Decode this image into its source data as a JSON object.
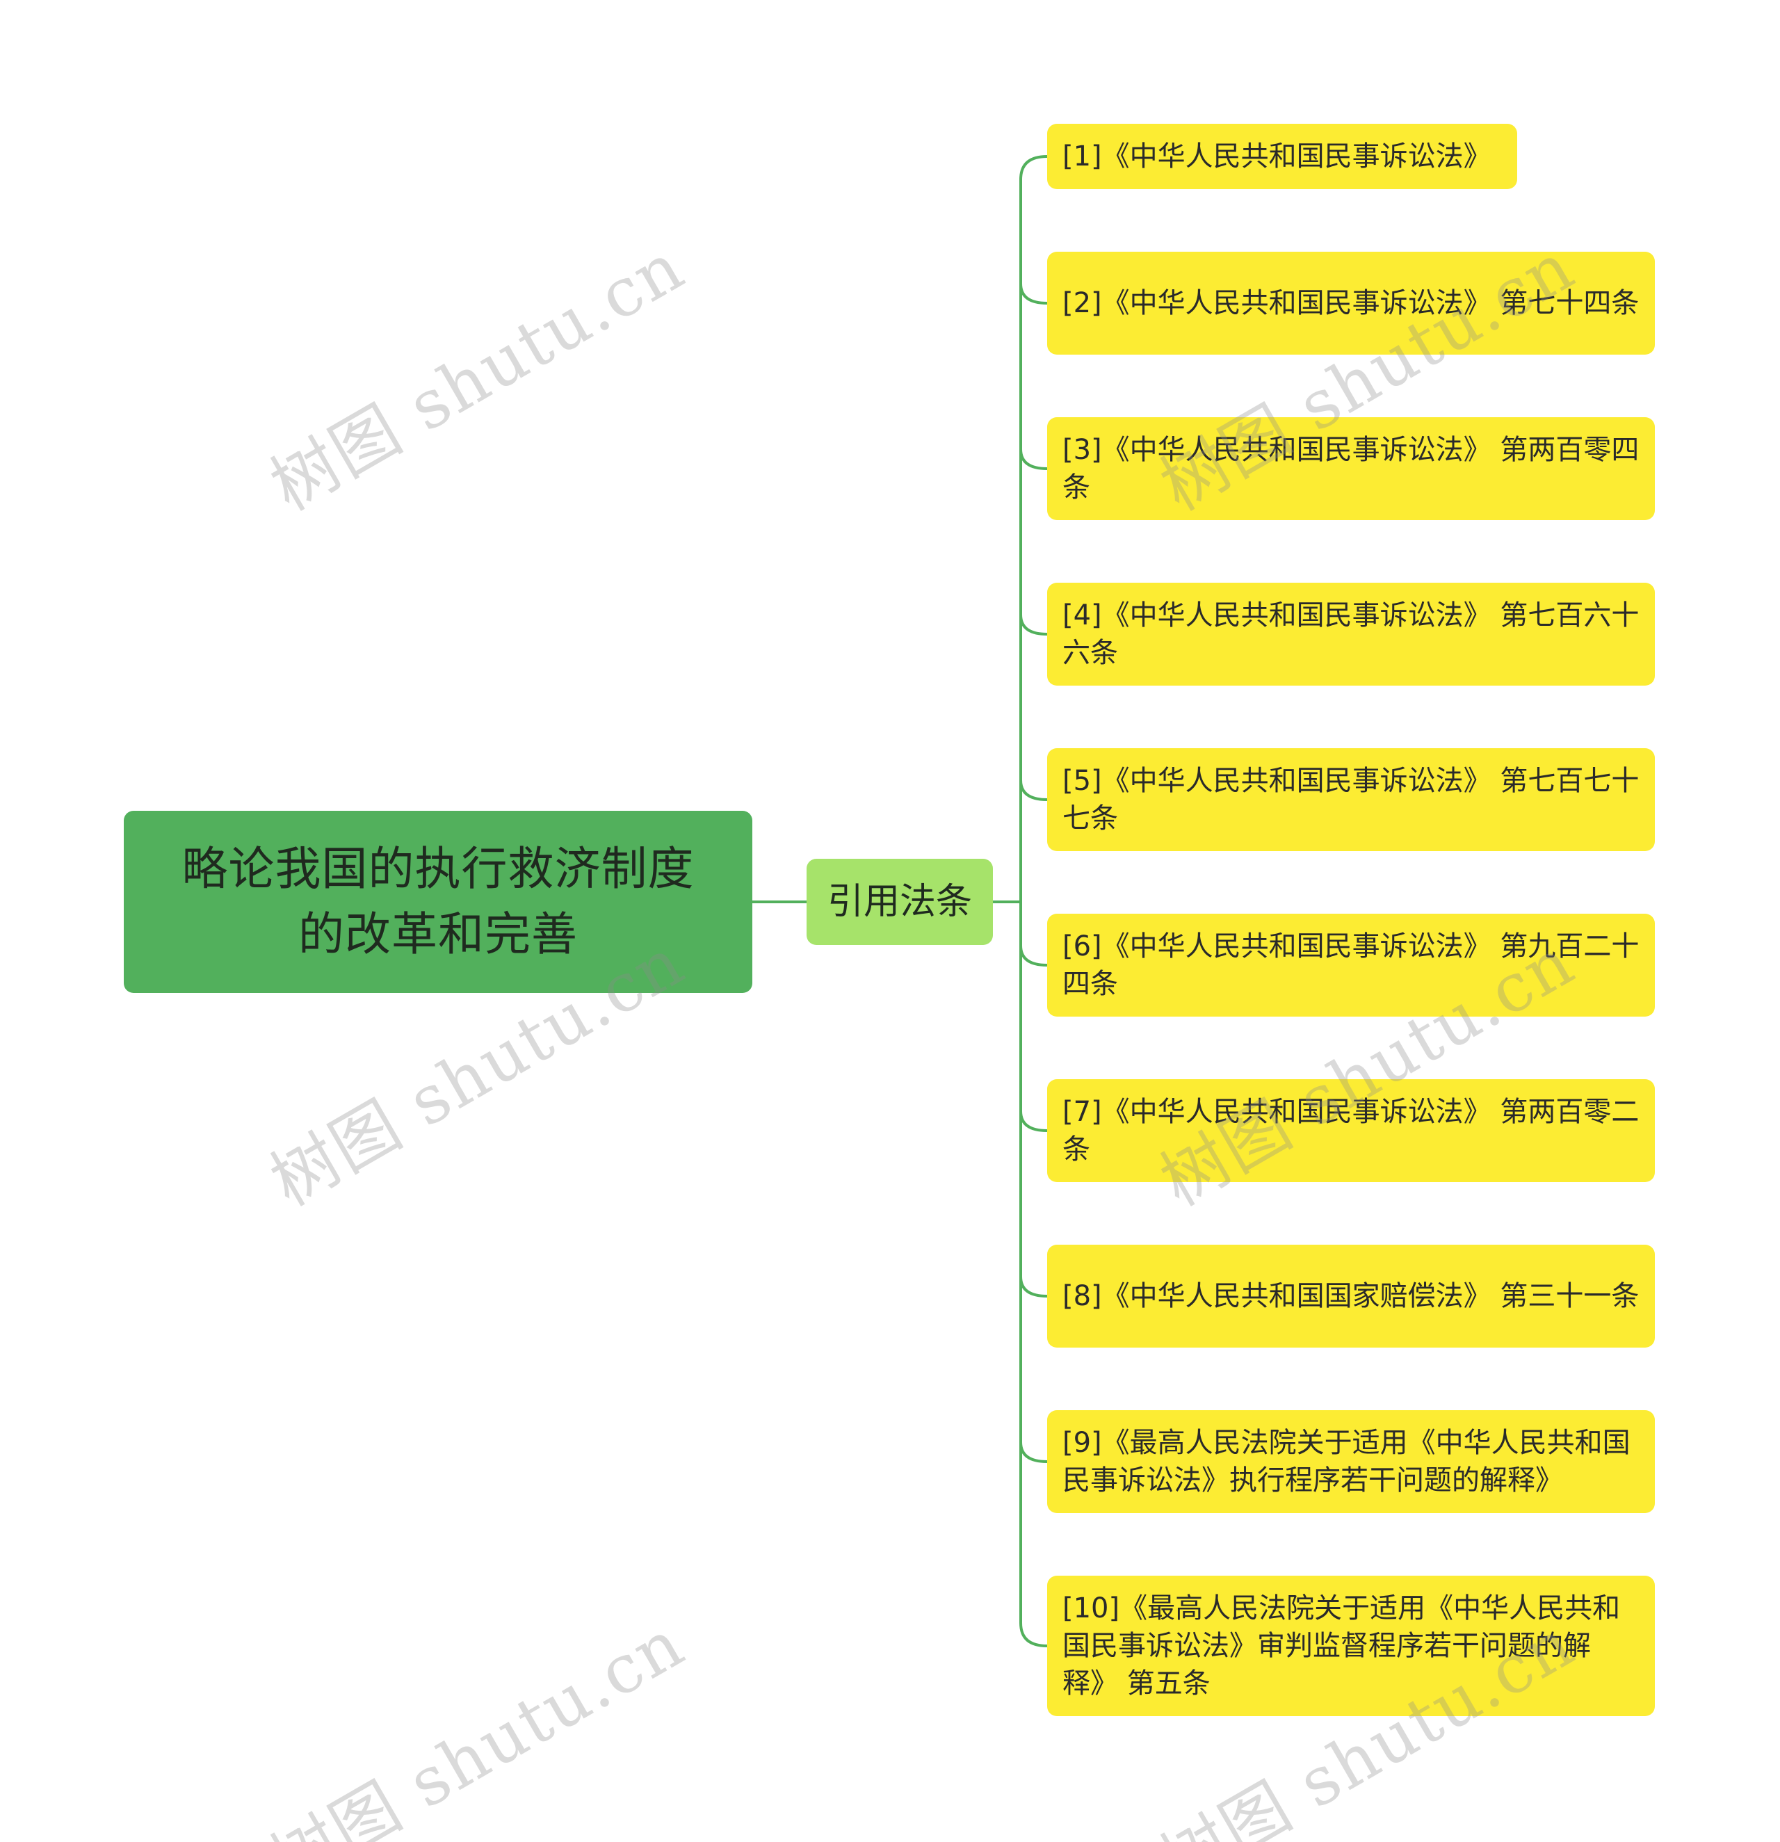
{
  "root": {
    "line1": "略论我国的执行救济制度",
    "line2": "的改革和完善"
  },
  "branch": {
    "label": "引用法条"
  },
  "leaves": [
    {
      "text": "[1]《中华人民共和国民事诉讼法》"
    },
    {
      "text": "[2]《中华人民共和国民事诉讼法》 第七十四条"
    },
    {
      "text": "[3]《中华人民共和国民事诉讼法》 第两百零四条"
    },
    {
      "text": "[4]《中华人民共和国民事诉讼法》 第七百六十六条"
    },
    {
      "text": "[5]《中华人民共和国民事诉讼法》 第七百七十七条"
    },
    {
      "text": "[6]《中华人民共和国民事诉讼法》 第九百二十四条"
    },
    {
      "text": "[7]《中华人民共和国民事诉讼法》 第两百零二条"
    },
    {
      "text": "[8]《中华人民共和国国家赔偿法》 第三十一条"
    },
    {
      "text": "[9]《最高人民法院关于适用《中华人民共和国民事诉讼法》执行程序若干问题的解释》"
    },
    {
      "text": "[10]《最高人民法院关于适用《中华人民共和国民事诉讼法》审判监督程序若干问题的解释》 第五条"
    }
  ],
  "watermark": {
    "text": "树图 shutu.cn"
  },
  "colors": {
    "root_fill": "#52b05c",
    "branch_fill": "#a6e36a",
    "leaf_fill": "#fcec33",
    "connector": "#52b05c"
  }
}
